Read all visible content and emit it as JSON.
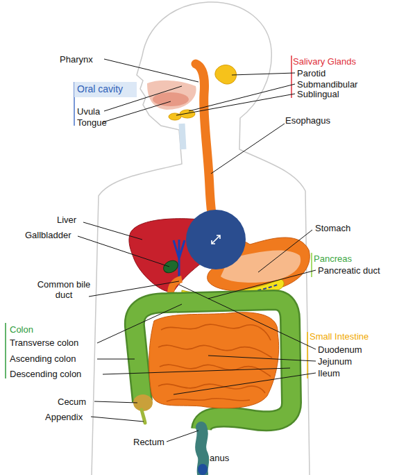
{
  "diagram": {
    "nodes": [
      {
        "text": [
          "Oral cavity"
        ]
      }
    ],
    "labels": [
      "Pharynx",
      "Salivary Glands",
      "Parotid",
      "Submandibular",
      "Sublingual",
      "Uvula",
      "Tongue",
      "Esophagus",
      "Liver",
      "Gallbladder",
      "Stomach",
      "Pancreas",
      "Pancreatic duct",
      "Common bile duct",
      "Colon",
      "Transverse colon",
      "Ascending colon",
      "Descending colon",
      "Small Intestine",
      "Duodenum",
      "Jejunum",
      "Ileum",
      "Cecum",
      "Appendix",
      "Rectum",
      "anus"
    ]
  }
}
